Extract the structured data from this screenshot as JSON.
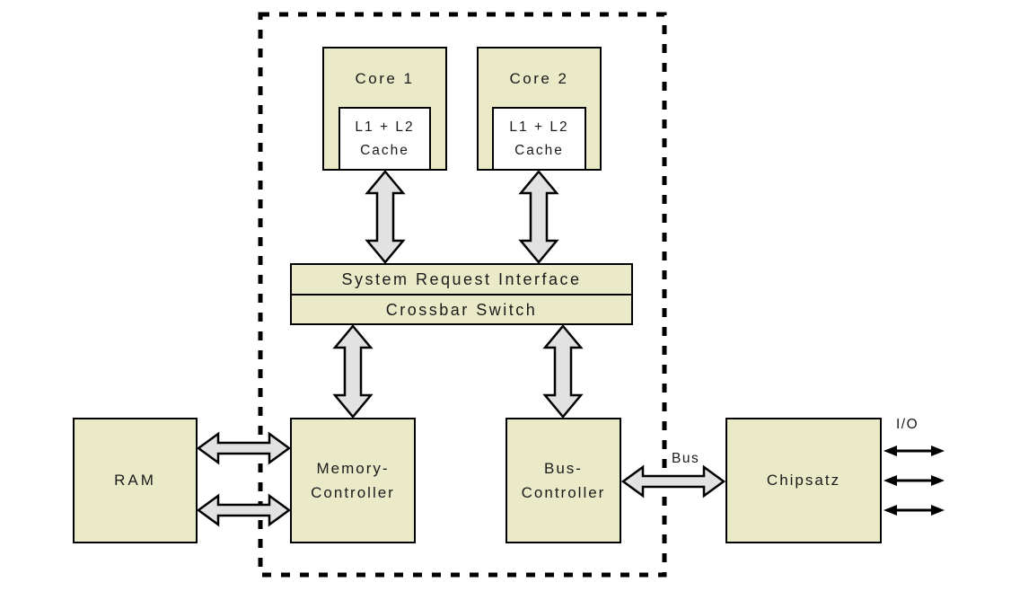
{
  "diagram": {
    "type": "block-diagram",
    "nodes": {
      "core1": {
        "label": "Core 1"
      },
      "core2": {
        "label": "Core 2"
      },
      "cache1": {
        "line1": "L1 + L2",
        "line2": "Cache"
      },
      "cache2": {
        "line1": "L1 + L2",
        "line2": "Cache"
      },
      "system_request_interface": {
        "label": "System Request Interface"
      },
      "crossbar_switch": {
        "label": "Crossbar Switch"
      },
      "ram": {
        "label": "RAM"
      },
      "memory_controller": {
        "line1": "Memory-",
        "line2": "Controller"
      },
      "bus_controller": {
        "line1": "Bus-",
        "line2": "Controller"
      },
      "chipset": {
        "label": "Chipsatz"
      }
    },
    "edge_labels": {
      "bus": "Bus",
      "io": "I/O"
    },
    "edges": [
      {
        "from": "cache1",
        "to": "system_request_interface",
        "style": "thick-double-arrow"
      },
      {
        "from": "cache2",
        "to": "system_request_interface",
        "style": "thick-double-arrow"
      },
      {
        "from": "crossbar_switch",
        "to": "memory_controller",
        "style": "thick-double-arrow"
      },
      {
        "from": "crossbar_switch",
        "to": "bus_controller",
        "style": "thick-double-arrow"
      },
      {
        "from": "ram",
        "to": "memory_controller",
        "style": "thick-double-arrow",
        "count": 2
      },
      {
        "from": "bus_controller",
        "to": "chipset",
        "style": "thick-double-arrow",
        "label": "Bus"
      },
      {
        "from": "chipset",
        "to": "external",
        "style": "thin-double-arrow",
        "count": 3,
        "label": "I/O"
      }
    ],
    "boundary": {
      "style": "dashed-rectangle"
    },
    "colors": {
      "node_fill": "#eaeac9",
      "node_border": "#000000",
      "arrow_fill": "#e2e2e2",
      "arrow_outline": "#000000",
      "background": "#ffffff"
    }
  }
}
